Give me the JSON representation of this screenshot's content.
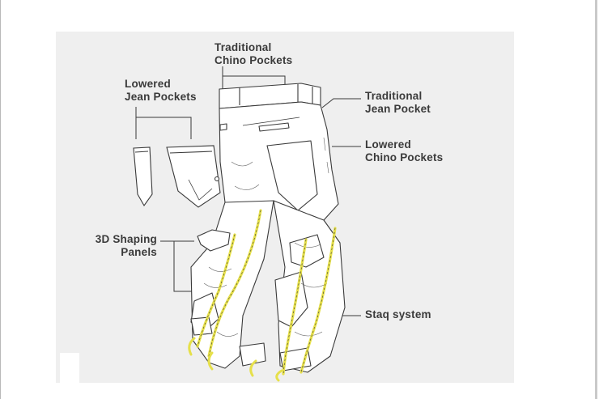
{
  "labels": {
    "traditional_chino_pockets": "Traditional\nChino Pockets",
    "lowered_jean_pockets": "Lowered\nJean Pockets",
    "traditional_jean_pocket": "Traditional\nJean Pocket",
    "lowered_chino_pockets": "Lowered\nChino Pockets",
    "shaping_panels": "3D Shaping\nPanels",
    "staq_system": "Staq system"
  },
  "colors": {
    "panel_background": "#efefef",
    "line": "#3a3a3a",
    "fabric": "#ffffff",
    "staq_accent": "#e6e04a"
  }
}
